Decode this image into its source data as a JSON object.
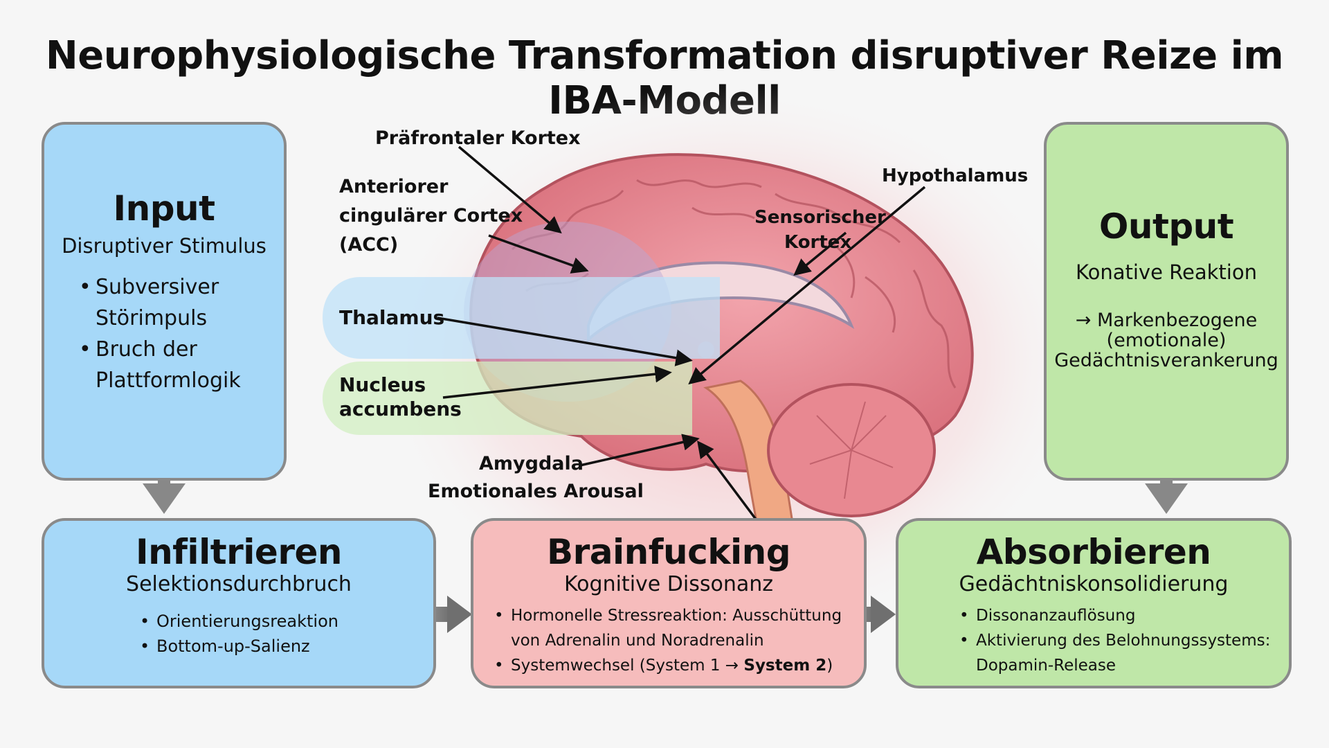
{
  "title": "Neurophysiologische Transformation disruptiver Reize im IBA-Modell",
  "input": {
    "heading": "Input",
    "subtitle": "Disruptiver Stimulus",
    "items": [
      "Subversiver Störimpuls",
      "Bruch der Plattformlogik"
    ]
  },
  "output": {
    "heading": "Output",
    "subtitle": "Konative Reaktion",
    "arrow": "→",
    "text_lines": [
      "Markenbezogene",
      "(emotionale)",
      "Gedächtnisverankerung"
    ]
  },
  "infiltrieren": {
    "heading": "Infiltrieren",
    "subtitle": "Selektionsdurchbruch",
    "items": [
      "Orientierungsreaktion",
      "Bottom-up-Salienz"
    ]
  },
  "brainfucking": {
    "heading": "Brainfucking",
    "subtitle": "Kognitive Dissonanz",
    "item1": "Hormonelle Stressreaktion: Ausschüttung von Adrenalin und Noradrenalin",
    "item2_prefix": "Systemwechsel (System 1 →",
    "item2_bold": "System 2",
    "item2_suffix": ")"
  },
  "absorbieren": {
    "heading": "Absorbieren",
    "subtitle": "Gedächtniskonsolidierung",
    "items": [
      "Dissonanzauflösung",
      "Aktivierung des Belohnungssystems: Dopamin-Release"
    ]
  },
  "brain_labels": {
    "praefrontal": "Präfrontaler Kortex",
    "acc_lines": [
      "Anteriorer",
      "cingulärer Cortex",
      "(ACC)"
    ],
    "hypothalamus": "Hypothalamus",
    "sensorisch_lines": [
      "Sensorischer",
      "Kortex"
    ],
    "thalamus": "Thalamus",
    "nucleus_lines": [
      "Nucleus",
      "accumbens"
    ],
    "amygdala": "Amygdala",
    "amygdala_sub": "Emotionales Arousal"
  },
  "colors": {
    "blue_box": "#a6d8f8",
    "green_box": "#bfe7a8",
    "red_box": "#f6bcbc",
    "brain": "#e98a95"
  }
}
